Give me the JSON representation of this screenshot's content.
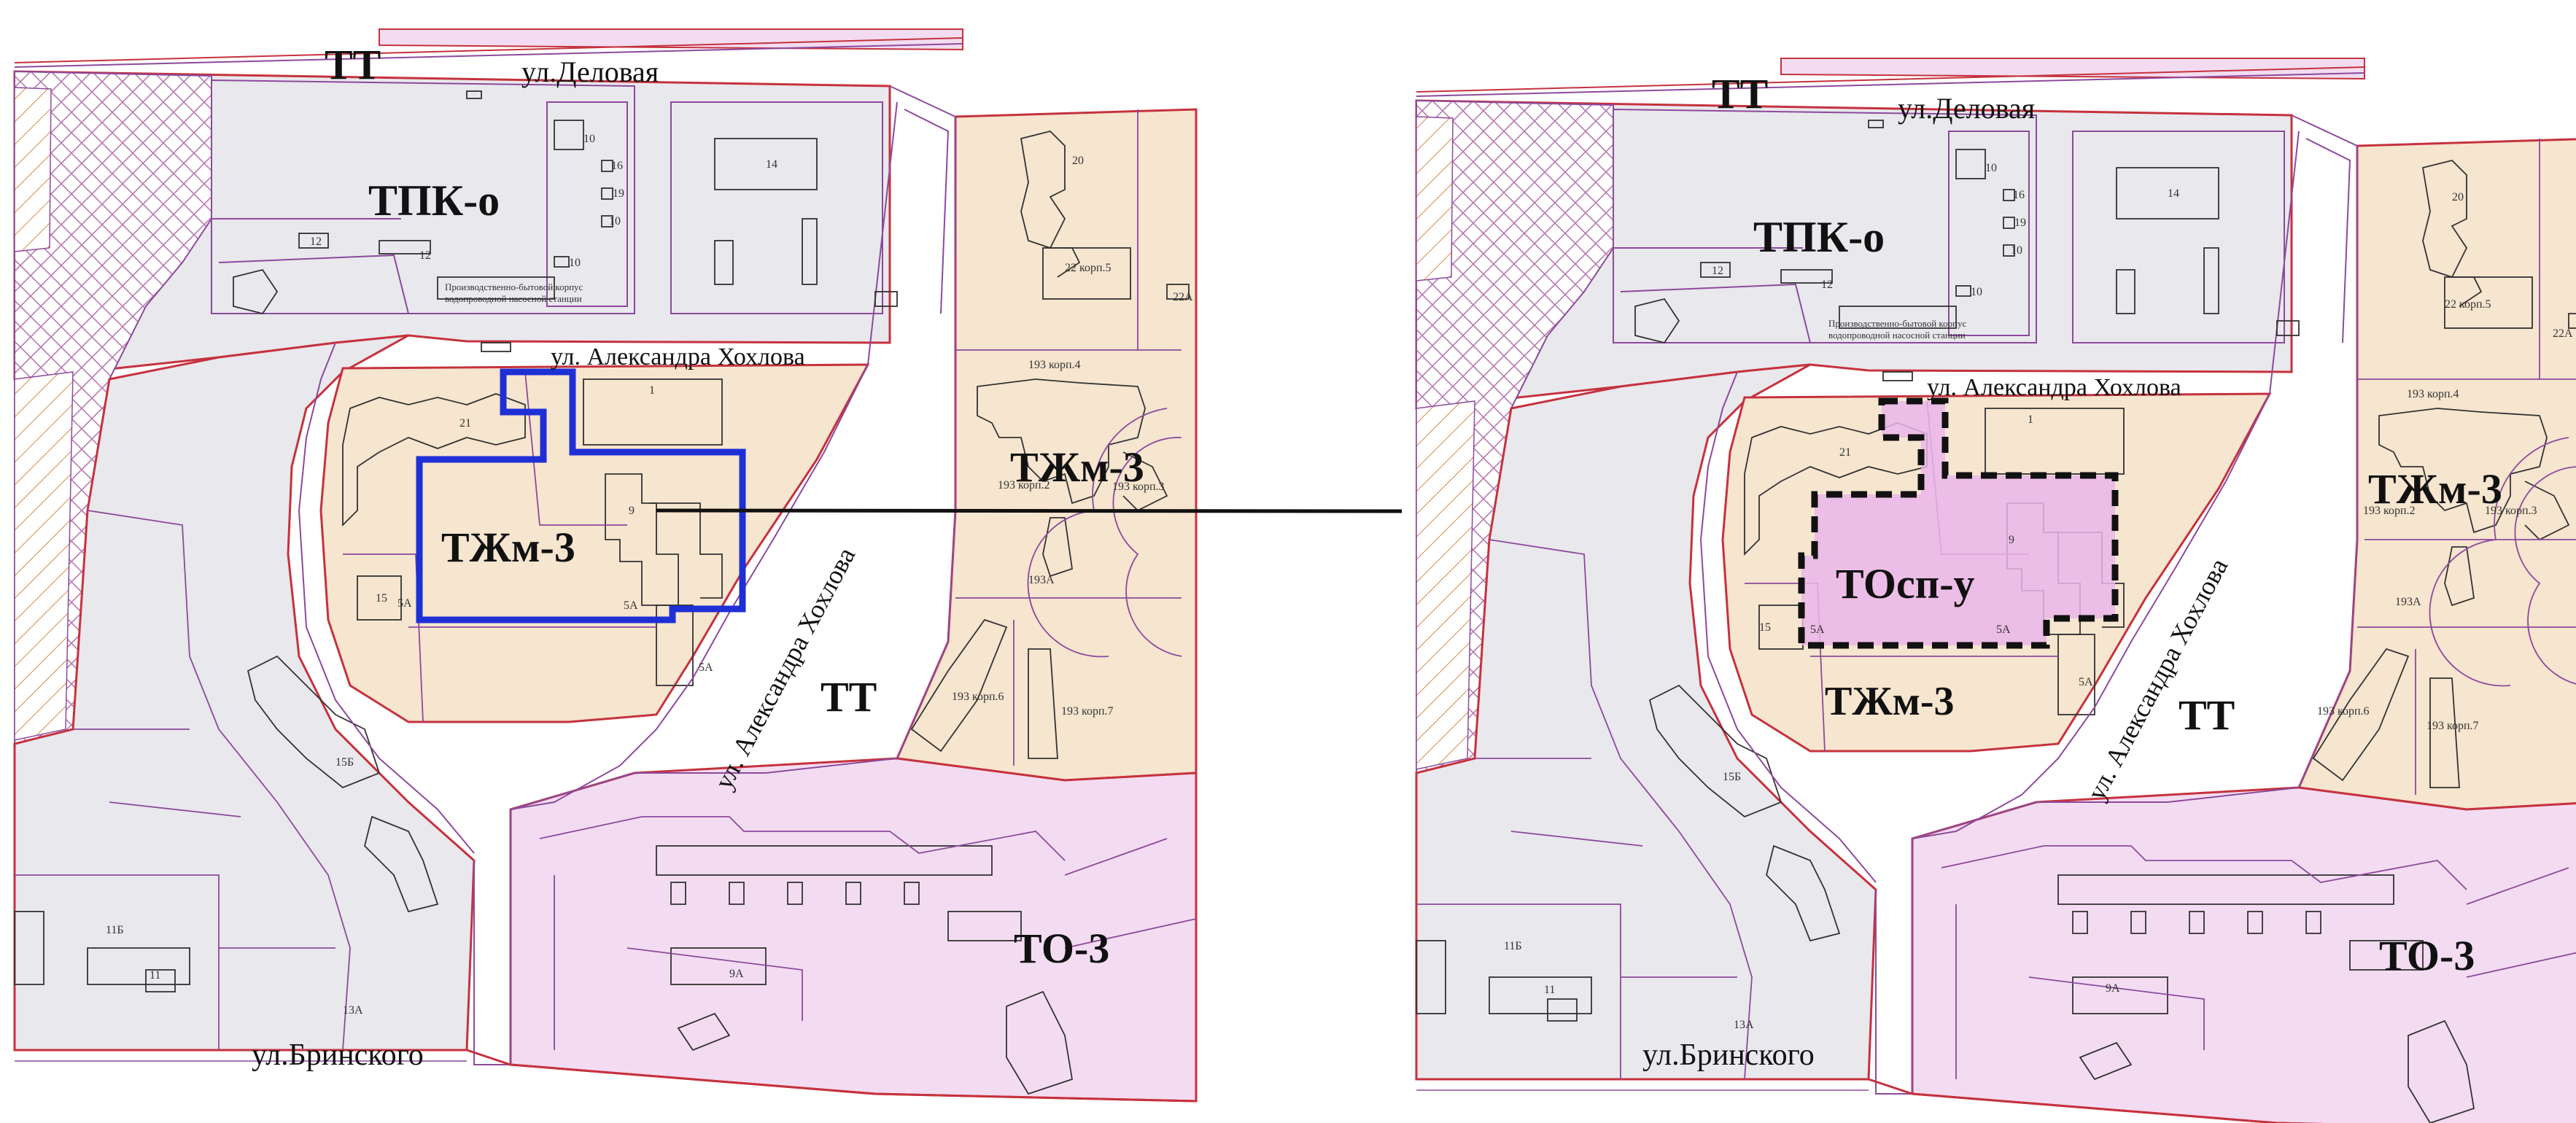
{
  "colors": {
    "gray_zone": "#e9e8ec",
    "residential_zone": "#f6e5cf",
    "public_zone": "#f3dcf1",
    "highlight_public": "#eab6ea",
    "boundary_red": "#c5323e",
    "parcel_purple": "#8c4a9c",
    "change_blue": "#1f2fd6",
    "change_black": "#111111",
    "hatch_orange": "#d58a4a"
  },
  "maps": {
    "before": {
      "zones": {
        "tpk": "ТПК-о",
        "tt_top": "ТТ",
        "tzhm_center": "ТЖм-3",
        "tzhm_right": "ТЖм-3",
        "tt_mid": "ТТ",
        "to": "ТО-3"
      },
      "streets": {
        "delovaya": "ул.Деловая",
        "khokhlova_top": "ул. Александра Хохлова",
        "khokhlova_diag": "ул. Александра Хохлова",
        "brinskogo": "ул.Бринского"
      },
      "buildings": {
        "b10": "10",
        "b14": "14",
        "b12a": "12",
        "b12b": "12",
        "b21": "21",
        "b1": "1",
        "b9": "9",
        "b15": "15",
        "b5a1": "5А",
        "b5a2": "5А",
        "b5a3": "5А",
        "b15b": "15Б",
        "b11": "11",
        "b20": "20",
        "b22": "22 корп.5",
        "b22a": "22А",
        "b193_4": "193 корп.4",
        "b193_2": "193 корп.2",
        "b193_3": "193 корп.3",
        "b193a": "193А",
        "b193_6": "193 корп.6",
        "b193_7": "193 корп.7",
        "b9a": "9А",
        "b13a": "13А",
        "b11b": "11Б",
        "b16": "16",
        "b19": "19",
        "b10b": "10",
        "b10c": "10"
      },
      "note": [
        "Производственно-бытовой корпус",
        "водопроводной насосной станции"
      ]
    },
    "after": {
      "zones": {
        "tpk": "ТПК-о",
        "tt_top": "ТТ",
        "tosp": "ТОсп-у",
        "tzhm_center": "ТЖм-3",
        "tzhm_right": "ТЖм-3",
        "tt_mid": "ТТ",
        "to": "ТО-3"
      },
      "streets": {
        "delovaya": "ул.Деловая",
        "khokhlova_top": "ул. Александра Хохлова",
        "khokhlova_diag": "ул. Александра Хохлова",
        "brinskogo": "ул.Бринского"
      },
      "buildings": {
        "b10": "10",
        "b14": "14",
        "b12a": "12",
        "b12b": "12",
        "b21": "21",
        "b1": "1",
        "b9": "9",
        "b15": "15",
        "b5a1": "5А",
        "b5a2": "5А",
        "b5a3": "5А",
        "b15b": "15Б",
        "b11": "11",
        "b20": "20",
        "b22": "22 корп.5",
        "b22a": "22А",
        "b193_4": "193 корп.4",
        "b193_2": "193 корп.2",
        "b193_3": "193 корп.3",
        "b193a": "193А",
        "b193_6": "193 корп.6",
        "b193_7": "193 корп.7",
        "b9a": "9А",
        "b13a": "13А",
        "b11b": "11Б",
        "b16": "16",
        "b19": "19",
        "b10b": "10",
        "b10c": "10"
      },
      "note": [
        "Производственно-бытовой корпус",
        "водопроводной насосной станции"
      ]
    }
  }
}
